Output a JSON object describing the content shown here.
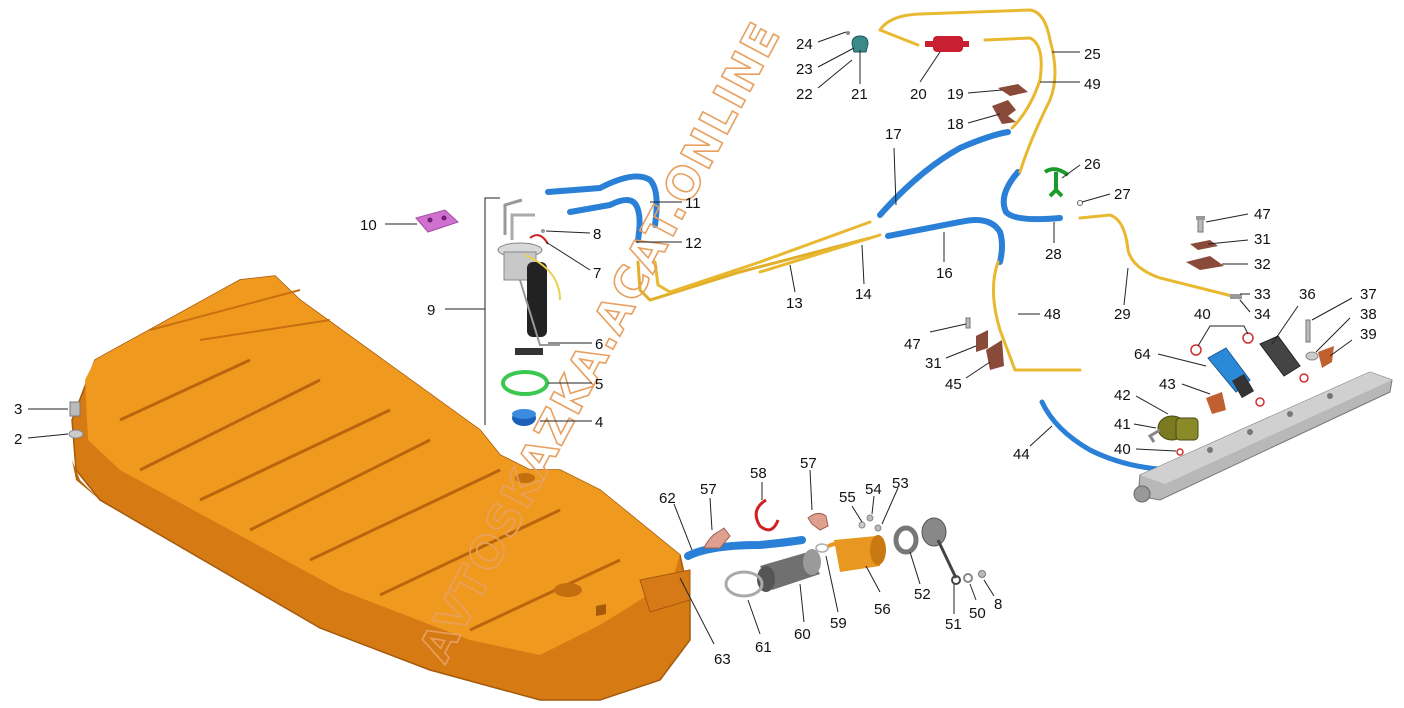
{
  "watermark": "AVTOSKAZKA.ACAT.ONLINE",
  "callouts": {
    "c1": "2",
    "c2": "3",
    "c3": "4",
    "c4": "5",
    "c5": "6",
    "c6": "7",
    "c7": "8",
    "c8": "9",
    "c9": "10",
    "c10": "11",
    "c11": "12",
    "c12": "13",
    "c13": "14",
    "c14": "16",
    "c15": "17",
    "c16": "18",
    "c17": "19",
    "c18": "20",
    "c19": "21",
    "c20": "22",
    "c21": "23",
    "c22": "24",
    "c23": "25",
    "c24": "49",
    "c25": "26",
    "c26": "27",
    "c27": "28",
    "c28": "29",
    "c29": "47",
    "c30": "31",
    "c31": "32",
    "c32": "33",
    "c33": "34",
    "c34": "48",
    "c35": "47",
    "c36": "31",
    "c37": "45",
    "c38": "36",
    "c39": "37",
    "c40": "38",
    "c41": "39",
    "c42": "40",
    "c43": "64",
    "c44": "43",
    "c45": "42",
    "c46": "41",
    "c47": "40",
    "c48": "44",
    "c49": "57",
    "c50": "58",
    "c51": "57",
    "c52": "55",
    "c53": "54",
    "c54": "53",
    "c55": "62",
    "c56": "63",
    "c57": "61",
    "c58": "60",
    "c59": "59",
    "c60": "56",
    "c61": "52",
    "c62": "51",
    "c63": "50",
    "c64": "8"
  },
  "colors": {
    "tank": "#e88a1c",
    "tank_dark": "#b8650e",
    "tank_light": "#f4a94a",
    "hose_blue": "#2a7fd6",
    "tube_yellow": "#e8b830",
    "pad_pink": "#d070d0",
    "seal_green": "#3cc850",
    "red_part": "#cc2020",
    "bracket": "#8a4a3a",
    "rail": "#a8a8a8"
  },
  "icons": [
    "fuel-tank-icon",
    "fuel-pump-module-icon",
    "fuel-hose-icon",
    "fuel-tube-icon",
    "fuel-filter-icon",
    "fuel-rail-icon",
    "injector-icon",
    "pressure-regulator-icon",
    "clamp-icon",
    "bracket-icon",
    "bolt-icon",
    "o-ring-icon",
    "filler-neck-icon",
    "filler-cap-icon"
  ]
}
